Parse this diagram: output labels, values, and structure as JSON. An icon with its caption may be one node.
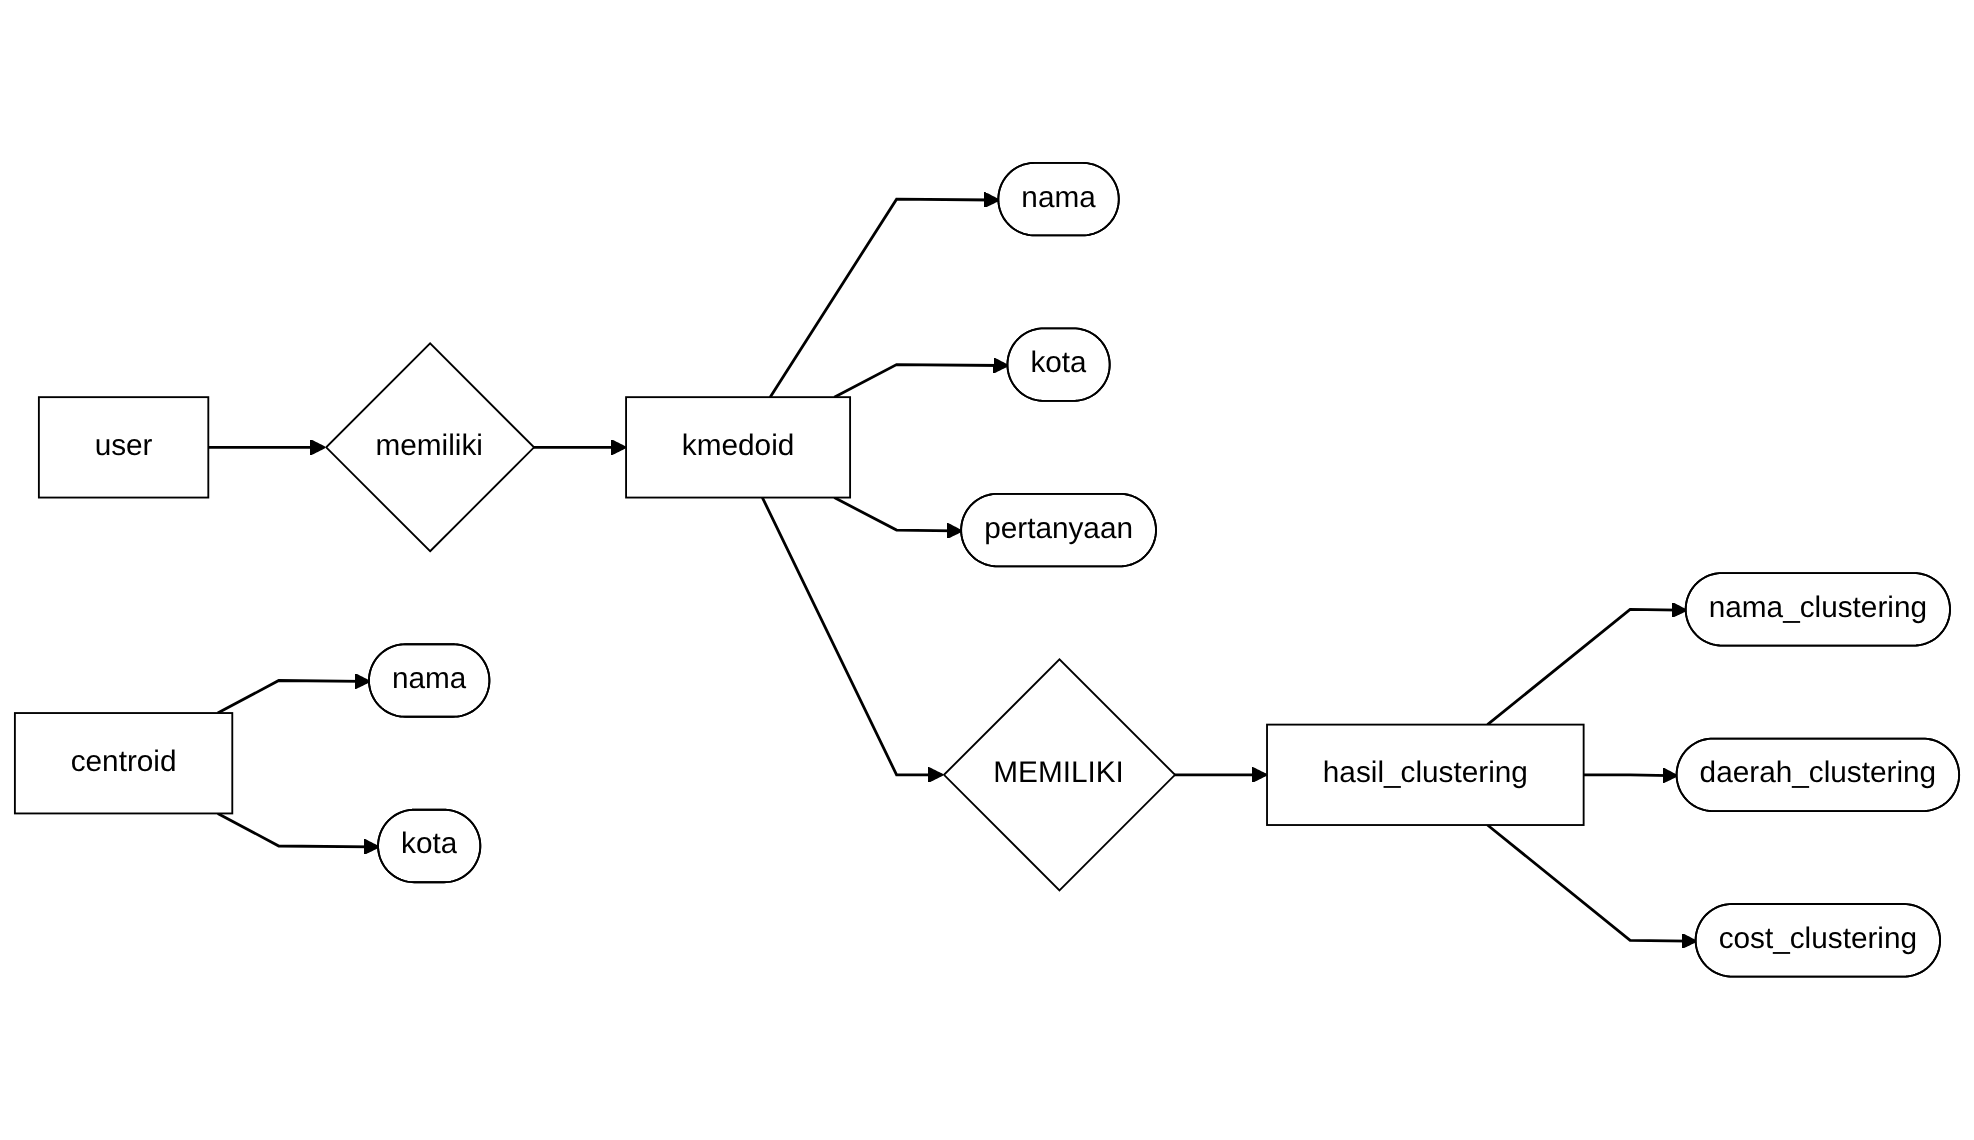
{
  "diagram": {
    "nodes": [
      {
        "text": [
          "user"
        ]
      },
      {
        "text": [
          "memiliki"
        ]
      },
      {
        "text": [
          "kmedoid"
        ]
      },
      {
        "text": [
          "nama"
        ]
      },
      {
        "text": [
          "kota"
        ]
      },
      {
        "text": [
          "pertanyaan"
        ]
      },
      {
        "text": [
          "MEMILIKI"
        ]
      },
      {
        "text": [
          "centroid"
        ]
      },
      {
        "text": [
          "nama"
        ]
      },
      {
        "text": [
          "kota"
        ]
      },
      {
        "text": [
          "hasil_clustering"
        ]
      },
      {
        "text": [
          "nama_clustering"
        ]
      },
      {
        "text": [
          "daerah_clustering"
        ]
      },
      {
        "text": [
          "cost_clustering"
        ]
      }
    ],
    "edges": [
      {
        "from": 0,
        "to": 1,
        "arrow": "to"
      },
      {
        "from": 1,
        "to": 2,
        "arrow": "to"
      },
      {
        "from": 2,
        "to": 3,
        "arrow": "to"
      },
      {
        "from": 2,
        "to": 4,
        "arrow": "to"
      },
      {
        "from": 2,
        "to": 5,
        "arrow": "to"
      },
      {
        "from": 2,
        "to": 6,
        "arrow": "to"
      },
      {
        "from": 6,
        "to": 10,
        "arrow": "to"
      },
      {
        "from": 7,
        "to": 8,
        "arrow": "to"
      },
      {
        "from": 7,
        "to": 9,
        "arrow": "to"
      },
      {
        "from": 10,
        "to": 11,
        "arrow": "to"
      },
      {
        "from": 10,
        "to": 12,
        "arrow": "to"
      },
      {
        "from": 10,
        "to": 13,
        "arrow": "to"
      }
    ]
  }
}
